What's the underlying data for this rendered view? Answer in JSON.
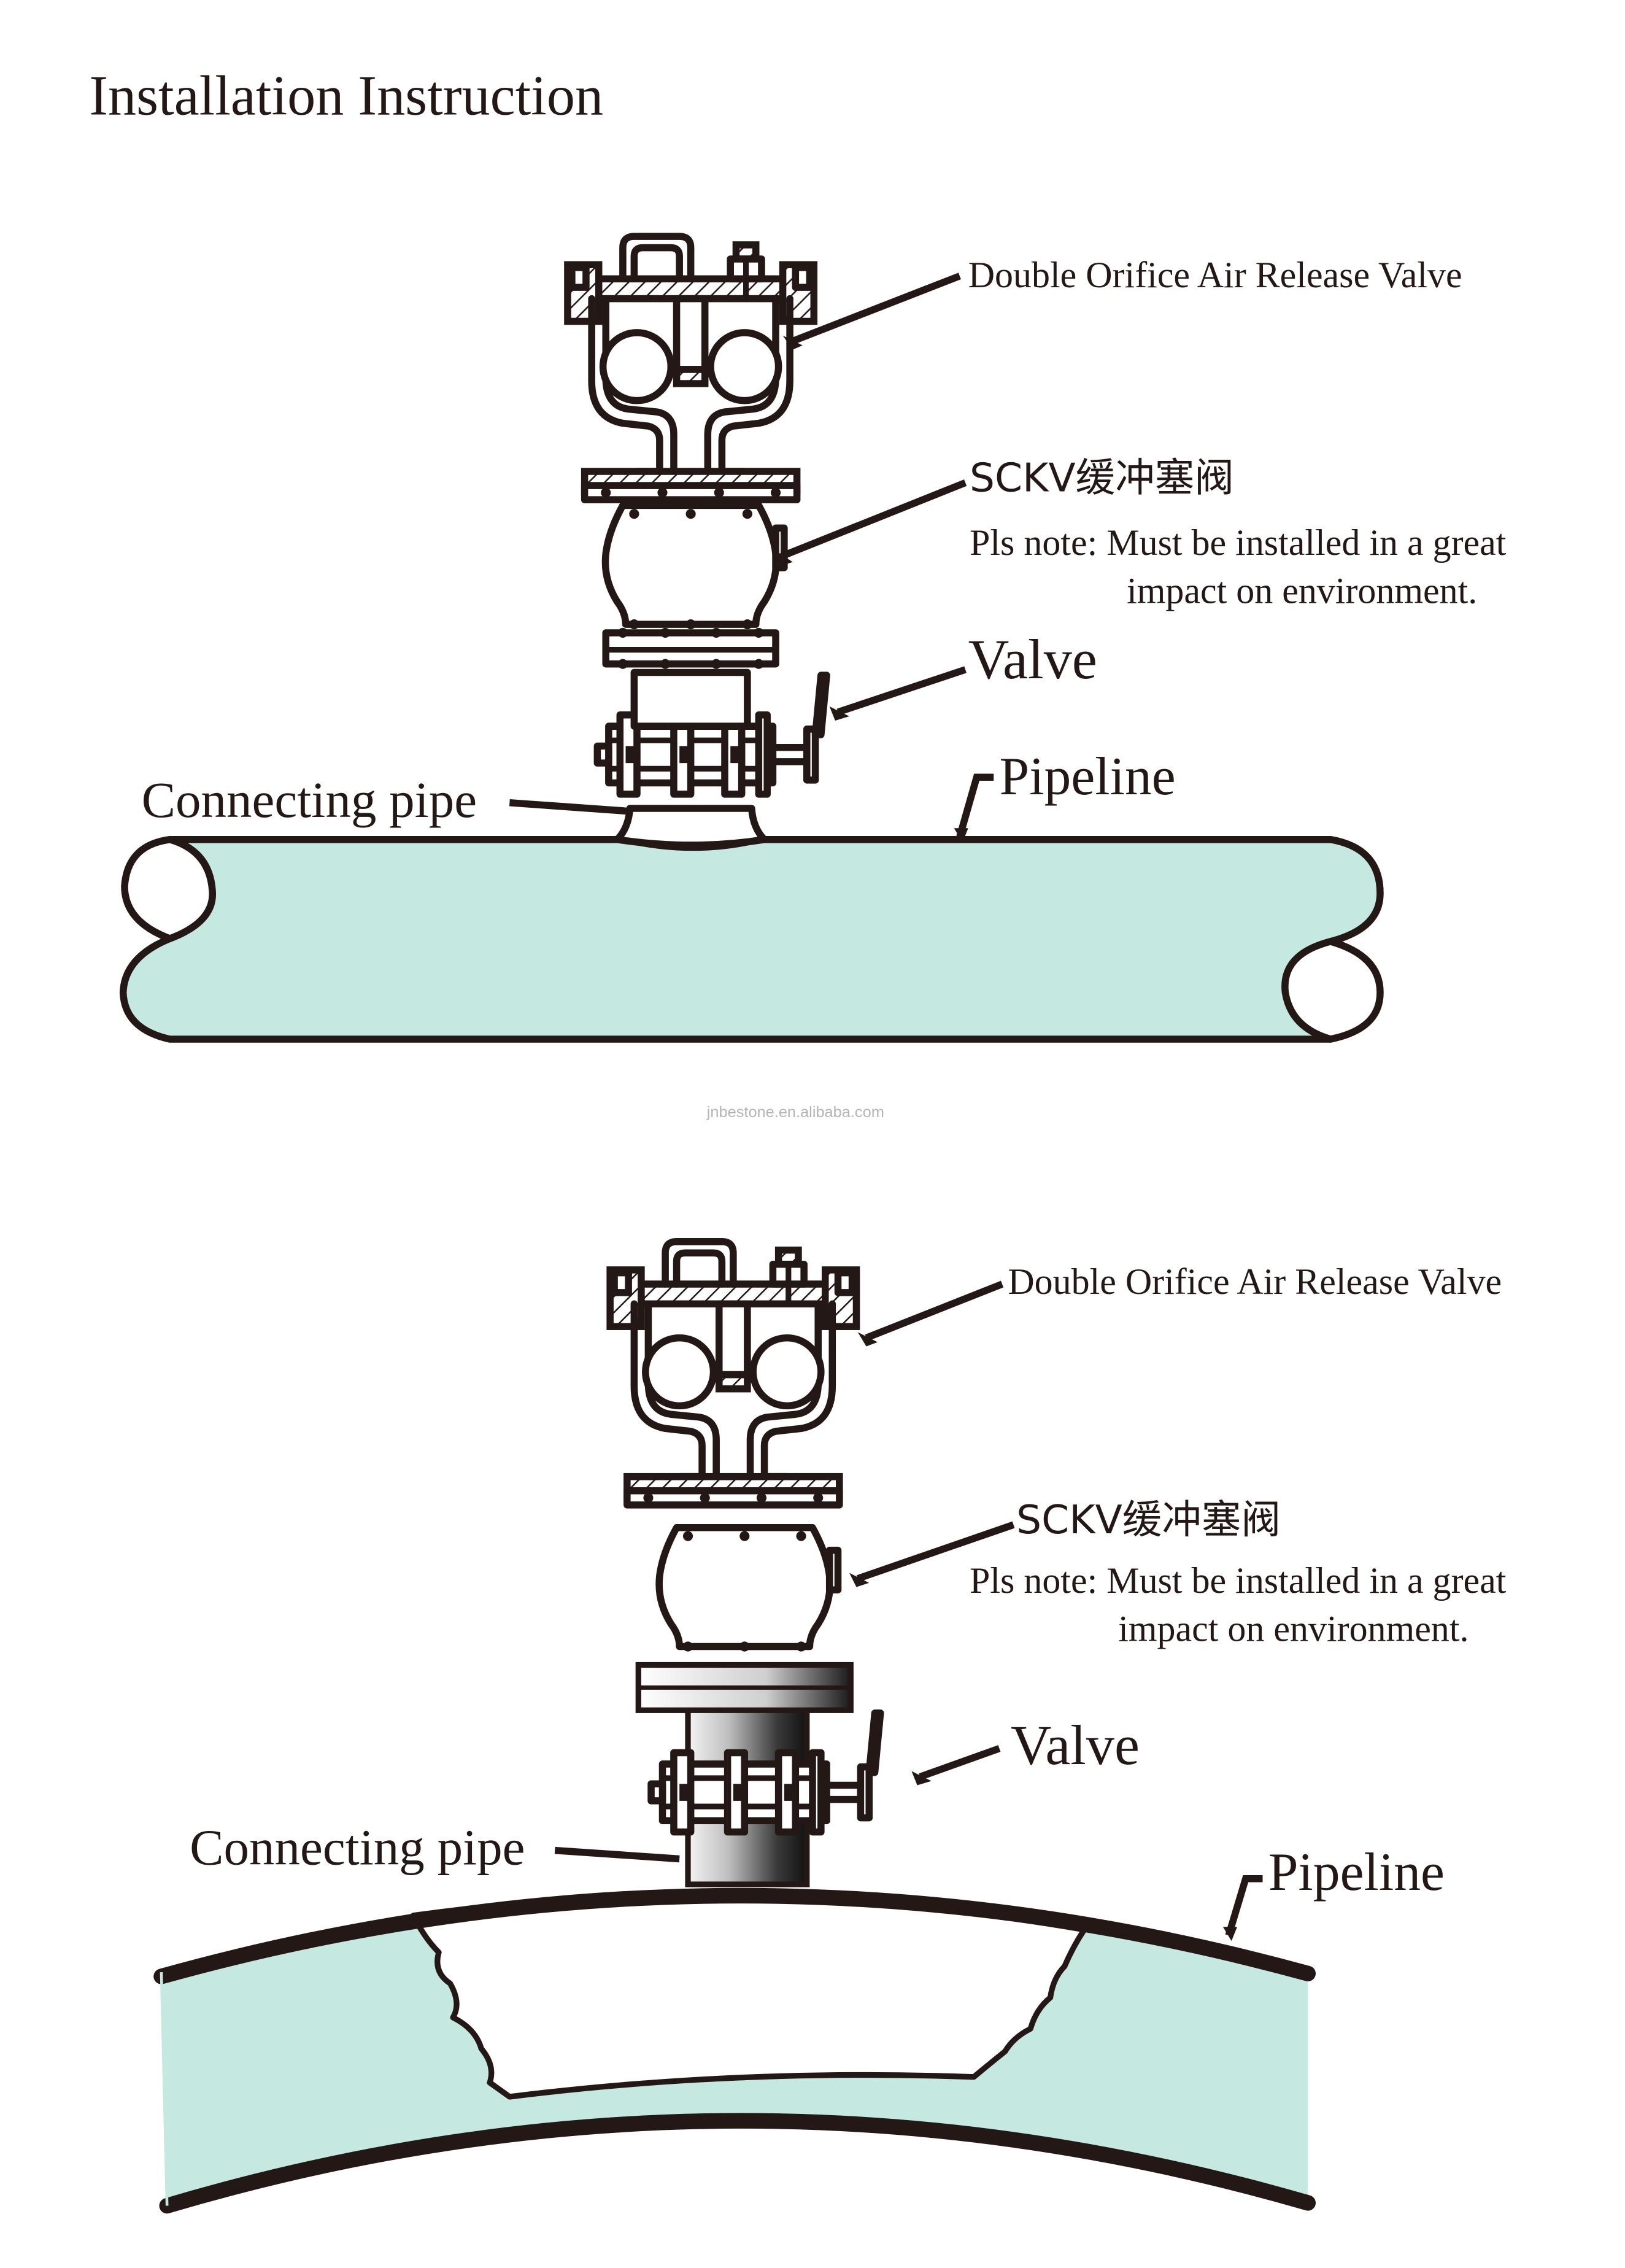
{
  "title": "Installation Instruction",
  "watermark": "jnbestone.en.alibaba.com",
  "colors": {
    "pipe_fill": "#c5e8e0",
    "line": "#231815",
    "background": "#ffffff"
  },
  "diagram_top": {
    "label_air_valve": "Double Orifice Air Release Valve",
    "label_sckv": "SCKV缓冲塞阀",
    "note_line1": "Pls note: Must be installed in a great",
    "note_line2": "impact on environment.",
    "label_valve": "Valve",
    "label_pipeline": "Pipeline",
    "label_connecting_pipe": "Connecting pipe"
  },
  "diagram_bottom": {
    "label_air_valve": "Double Orifice Air Release Valve",
    "label_sckv": "SCKV缓冲塞阀",
    "note_line1": "Pls note: Must be installed in a great",
    "note_line2": "impact on environment.",
    "label_valve": "Valve",
    "label_pipeline": "Pipeline",
    "label_connecting_pipe": "Connecting pipe"
  }
}
